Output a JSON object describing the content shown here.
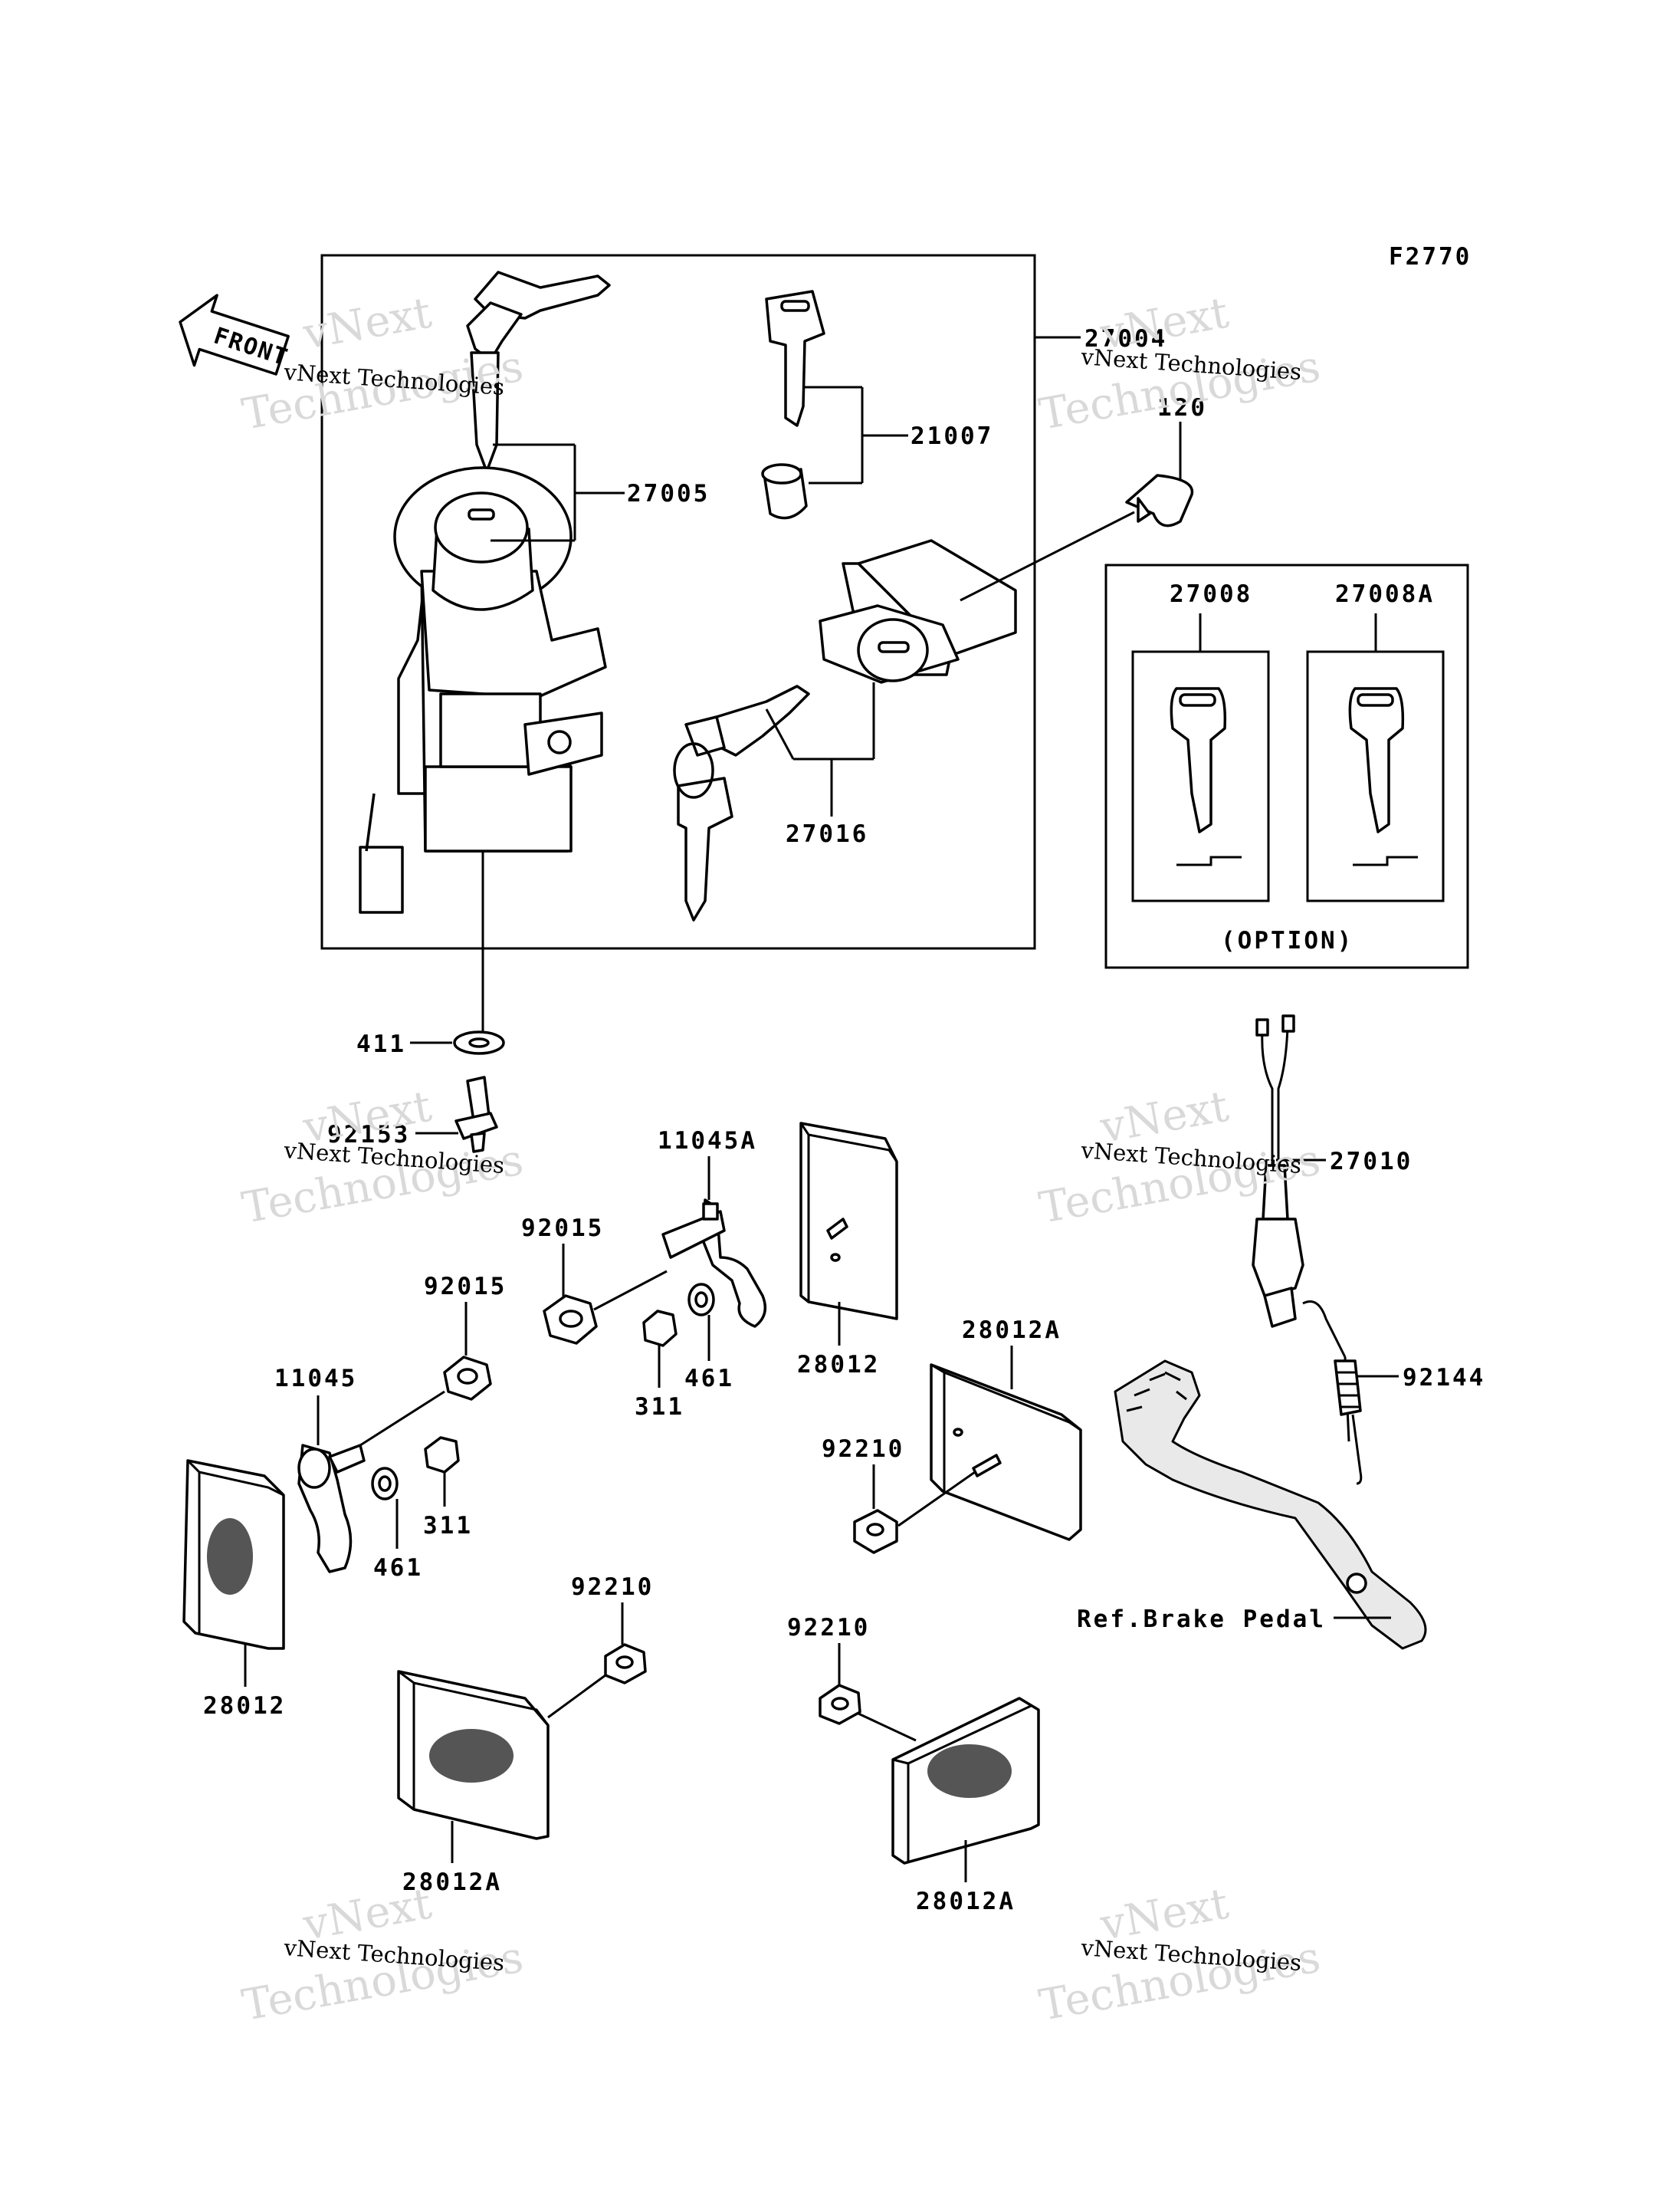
{
  "drawing_code": "F2770",
  "front_label": "FRONT",
  "option_label": "(OPTION)",
  "watermark": {
    "line1": "vNext",
    "line2": "Technologies",
    "caption": "vNext Technologies"
  },
  "callouts": {
    "p27004": "27004",
    "p27005": "27005",
    "p21007": "21007",
    "p120": "120",
    "p27008": "27008",
    "p27008A": "27008A",
    "p27016": "27016",
    "p411": "411",
    "p92153": "92153",
    "p11045A": "11045A",
    "p92015a": "92015",
    "p92015b": "92015",
    "p28012a": "28012",
    "p27010": "27010",
    "p461a": "461",
    "p311a": "311",
    "p28012Aa": "28012A",
    "p11045": "11045",
    "p92210a": "92210",
    "p92144": "92144",
    "p311b": "311",
    "p461b": "461",
    "p28012b": "28012",
    "p92210b": "92210",
    "p92210c": "92210",
    "pRef": "Ref.Brake Pedal",
    "p28012Ab": "28012A",
    "p28012Ac": "28012A"
  }
}
